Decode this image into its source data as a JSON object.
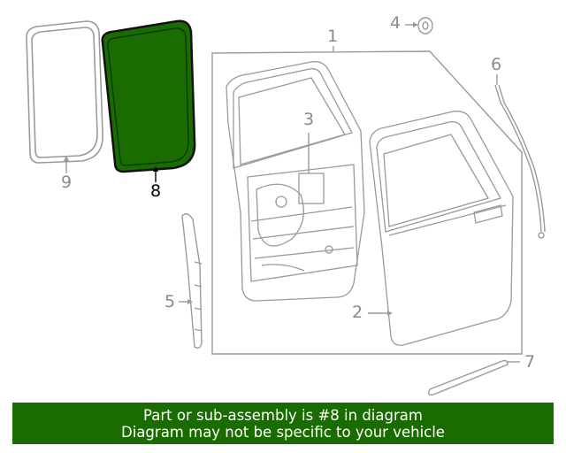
{
  "callouts": {
    "c1": "1",
    "c2": "2",
    "c3": "3",
    "c4": "4",
    "c5": "5",
    "c6": "6",
    "c7": "7",
    "c8": "8",
    "c9": "9"
  },
  "highlight_color": "#1a6b00",
  "banner": {
    "line1": "Part or sub-assembly is #8 in diagram",
    "line2": "Diagram may not be specific to your vehicle"
  }
}
